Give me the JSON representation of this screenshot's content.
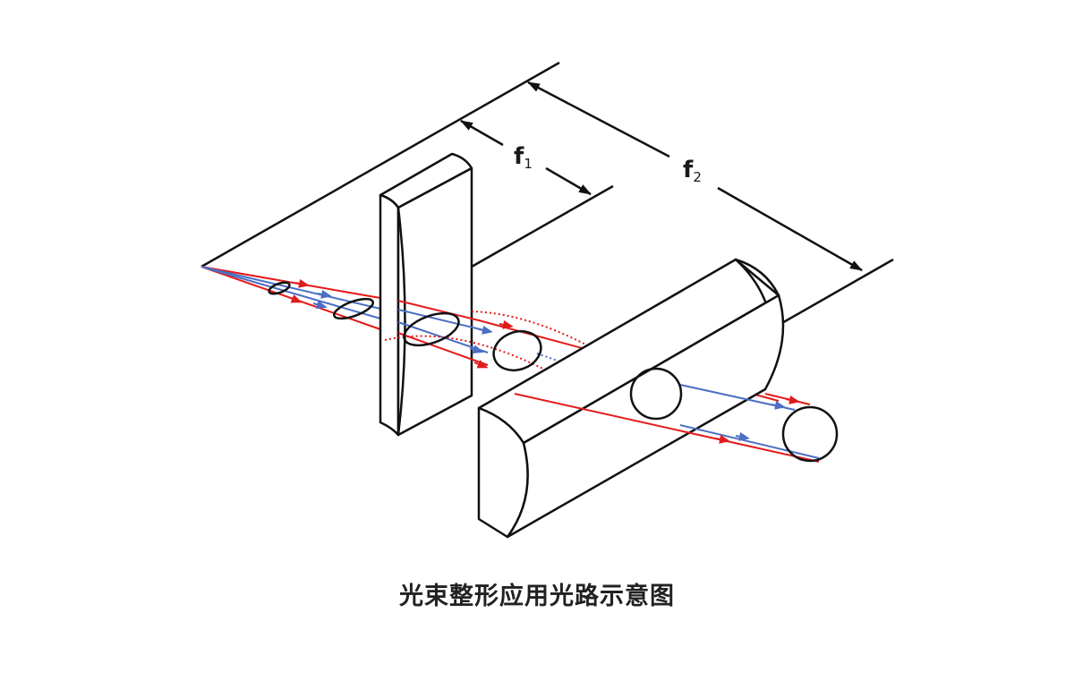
{
  "diagram": {
    "focal_labels": [
      {
        "main": "f",
        "sub": "1"
      },
      {
        "main": "f",
        "sub": "2"
      }
    ],
    "caption": "光束整形应用光路示意图",
    "colors": {
      "outline": "#111111",
      "marginal_ray": "#e31a1a",
      "chief_ray": "#4a6fc4",
      "background": "#ffffff"
    }
  }
}
